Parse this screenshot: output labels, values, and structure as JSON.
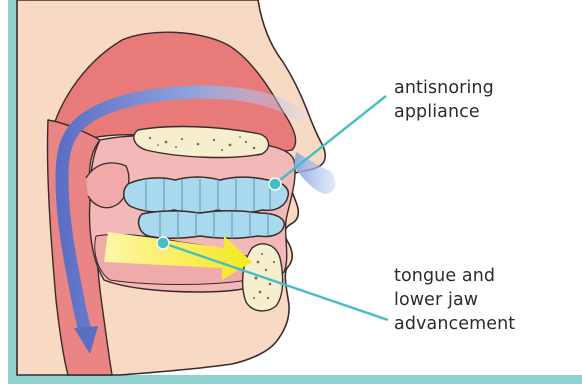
{
  "labels": {
    "appliance": "antisnoring\nappliance",
    "advancement": "tongue and\nlower jaw\nadvancement"
  },
  "colors": {
    "frame": "#8fd1cf",
    "skin": "#f8d9c4",
    "tissue": "#e77878",
    "mouth": "#f3b9b9",
    "appliance": "#a8d9ee",
    "airflow": "#5a6fc2",
    "arrow": "#f6ec2a",
    "pointer": "#45bec6",
    "bone": "#f5efcf"
  },
  "icons": {
    "airflow": "down-arrow",
    "advancement": "right-arrow"
  }
}
